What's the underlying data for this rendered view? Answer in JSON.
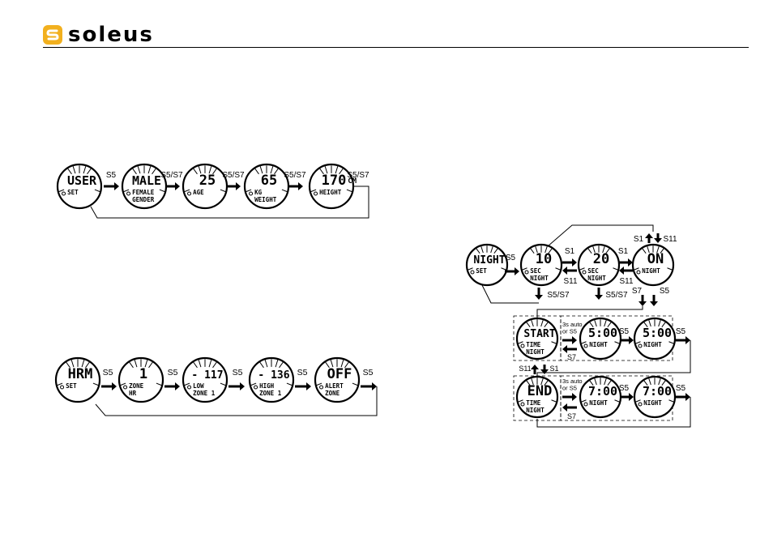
{
  "brand": {
    "name": "soleus",
    "logo_icon": "soleus-logo-mark"
  },
  "user_flow": {
    "screens": [
      {
        "id": "user",
        "main": "USER",
        "lines": [
          "SET"
        ]
      },
      {
        "id": "gender",
        "main": "MALE",
        "lines": [
          "FEMALE",
          "GENDER"
        ]
      },
      {
        "id": "age",
        "main": "25",
        "lines": [
          "AGE"
        ]
      },
      {
        "id": "weight",
        "main": "65",
        "unit": "",
        "lines": [
          "KG",
          "WEIGHT"
        ]
      },
      {
        "id": "height",
        "main": "170",
        "unit": "CM",
        "lines": [
          "HEIGHT"
        ]
      }
    ],
    "labels": [
      "S5",
      "S5/S7",
      "S5/S7",
      "S5/S7",
      "S5/S7"
    ]
  },
  "hrm_flow": {
    "screens": [
      {
        "id": "hrm",
        "main": "HRM",
        "lines": [
          "SET"
        ]
      },
      {
        "id": "zone",
        "main": "1",
        "lines": [
          "ZONE",
          "HR"
        ]
      },
      {
        "id": "low",
        "main": "- 117",
        "lines": [
          "LOW",
          "ZONE 1"
        ]
      },
      {
        "id": "high",
        "main": "- 136",
        "lines": [
          "HIGH",
          "ZONE 1"
        ]
      },
      {
        "id": "alert",
        "main": "OFF",
        "lines": [
          "ALERT",
          "ZONE"
        ]
      }
    ],
    "labels": [
      "S5",
      "S5",
      "S5",
      "S5",
      "S5"
    ]
  },
  "night_flow": {
    "screens": {
      "night": {
        "main": "NIGHT",
        "lines": [
          "SET"
        ]
      },
      "sec10": {
        "main": "10",
        "lines": [
          "SEC",
          "NIGHT"
        ]
      },
      "sec20": {
        "main": "20",
        "lines": [
          "SEC",
          "NIGHT"
        ]
      },
      "on": {
        "main": "ON",
        "lines": [
          "NIGHT"
        ]
      },
      "start": {
        "main": "START",
        "lines": [
          "TIME",
          "NIGHT"
        ]
      },
      "start_time1": {
        "main": "5:00",
        "lines": [
          "NIGHT"
        ]
      },
      "start_time2": {
        "main": "5:00",
        "lines": [
          "NIGHT"
        ]
      },
      "end": {
        "main": "END",
        "lines": [
          "TIME",
          "NIGHT"
        ]
      },
      "end_time1": {
        "main": "7:00",
        "lines": [
          "NIGHT"
        ]
      },
      "end_time2": {
        "main": "7:00",
        "lines": [
          "NIGHT"
        ]
      }
    },
    "labels": {
      "s5_first": "S5",
      "s1_a": "S1",
      "s11_a": "S11",
      "s1_b": "S1",
      "s11_b": "S11",
      "s1_top": "S1",
      "s11_top": "S11",
      "s5s7_a": "S5/S7",
      "s5s7_b": "S5/S7",
      "s7_on": "S7",
      "s5_on": "S5",
      "auto_start": "3s auto\nor S5",
      "s7_start": "S7",
      "s5_start_mid": "S5",
      "s5_start_end": "S5",
      "s11_mid": "S11",
      "s1_mid": "S1",
      "auto_end": "3s auto\nor S5",
      "s7_end": "S7",
      "s5_end_mid": "S5",
      "s5_end_end": "S5"
    }
  }
}
